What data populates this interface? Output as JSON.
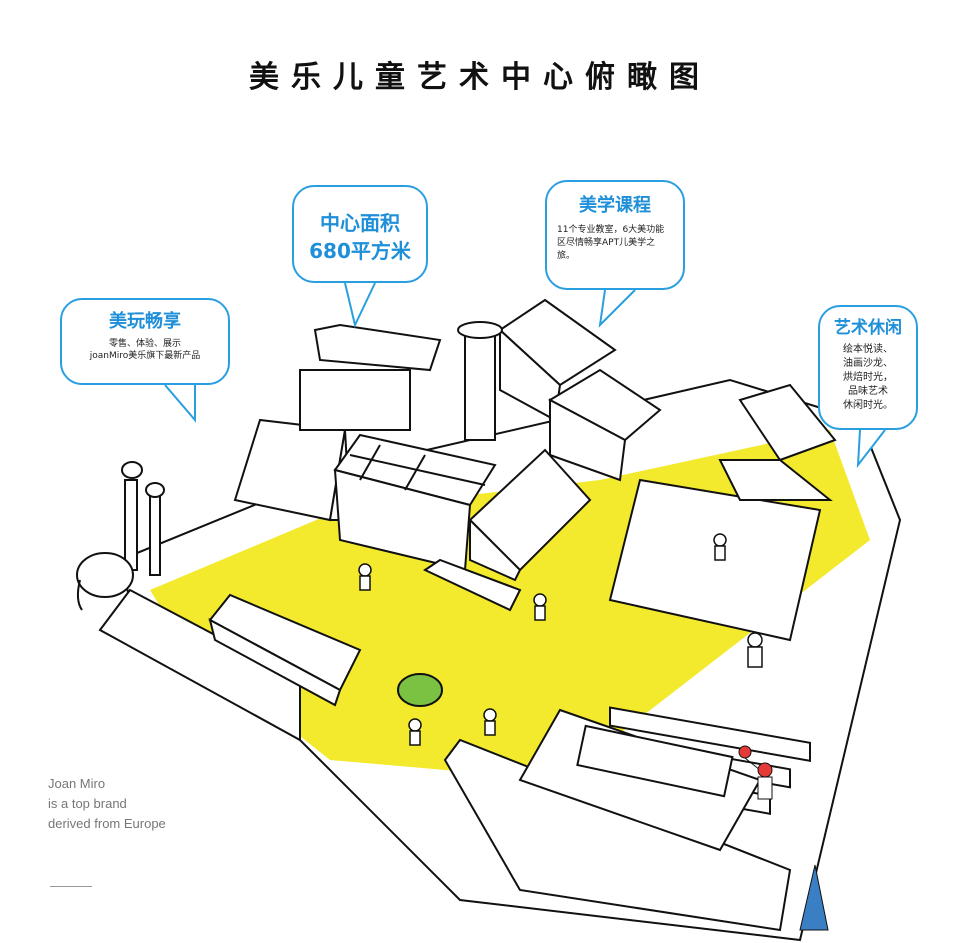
{
  "title": "美乐儿童艺术中心俯瞰图",
  "bubbles": {
    "area": {
      "line1": "中心面积",
      "line2": "680平方米"
    },
    "courses": {
      "title": "美学课程",
      "body": "11个专业教室，6大美功能区尽情畅享APT儿美学之旅。"
    },
    "shopping": {
      "title": "美玩畅享",
      "line1": "零售、体验、展示",
      "line2": "joanMiro美乐旗下最新产品"
    },
    "leisure": {
      "title": "艺术休闲",
      "line1": "绘本悦读、",
      "line2": "油画沙龙、",
      "line3": "烘焙时光，",
      "line4": "品味艺术",
      "line5": "休闲时光。"
    }
  },
  "brand": {
    "line1": "Joan Miro",
    "line2": "is a top brand",
    "line3": "derived from Europe"
  },
  "colors": {
    "accent": "#2a9fe0",
    "floor": "#f3ea2e"
  }
}
